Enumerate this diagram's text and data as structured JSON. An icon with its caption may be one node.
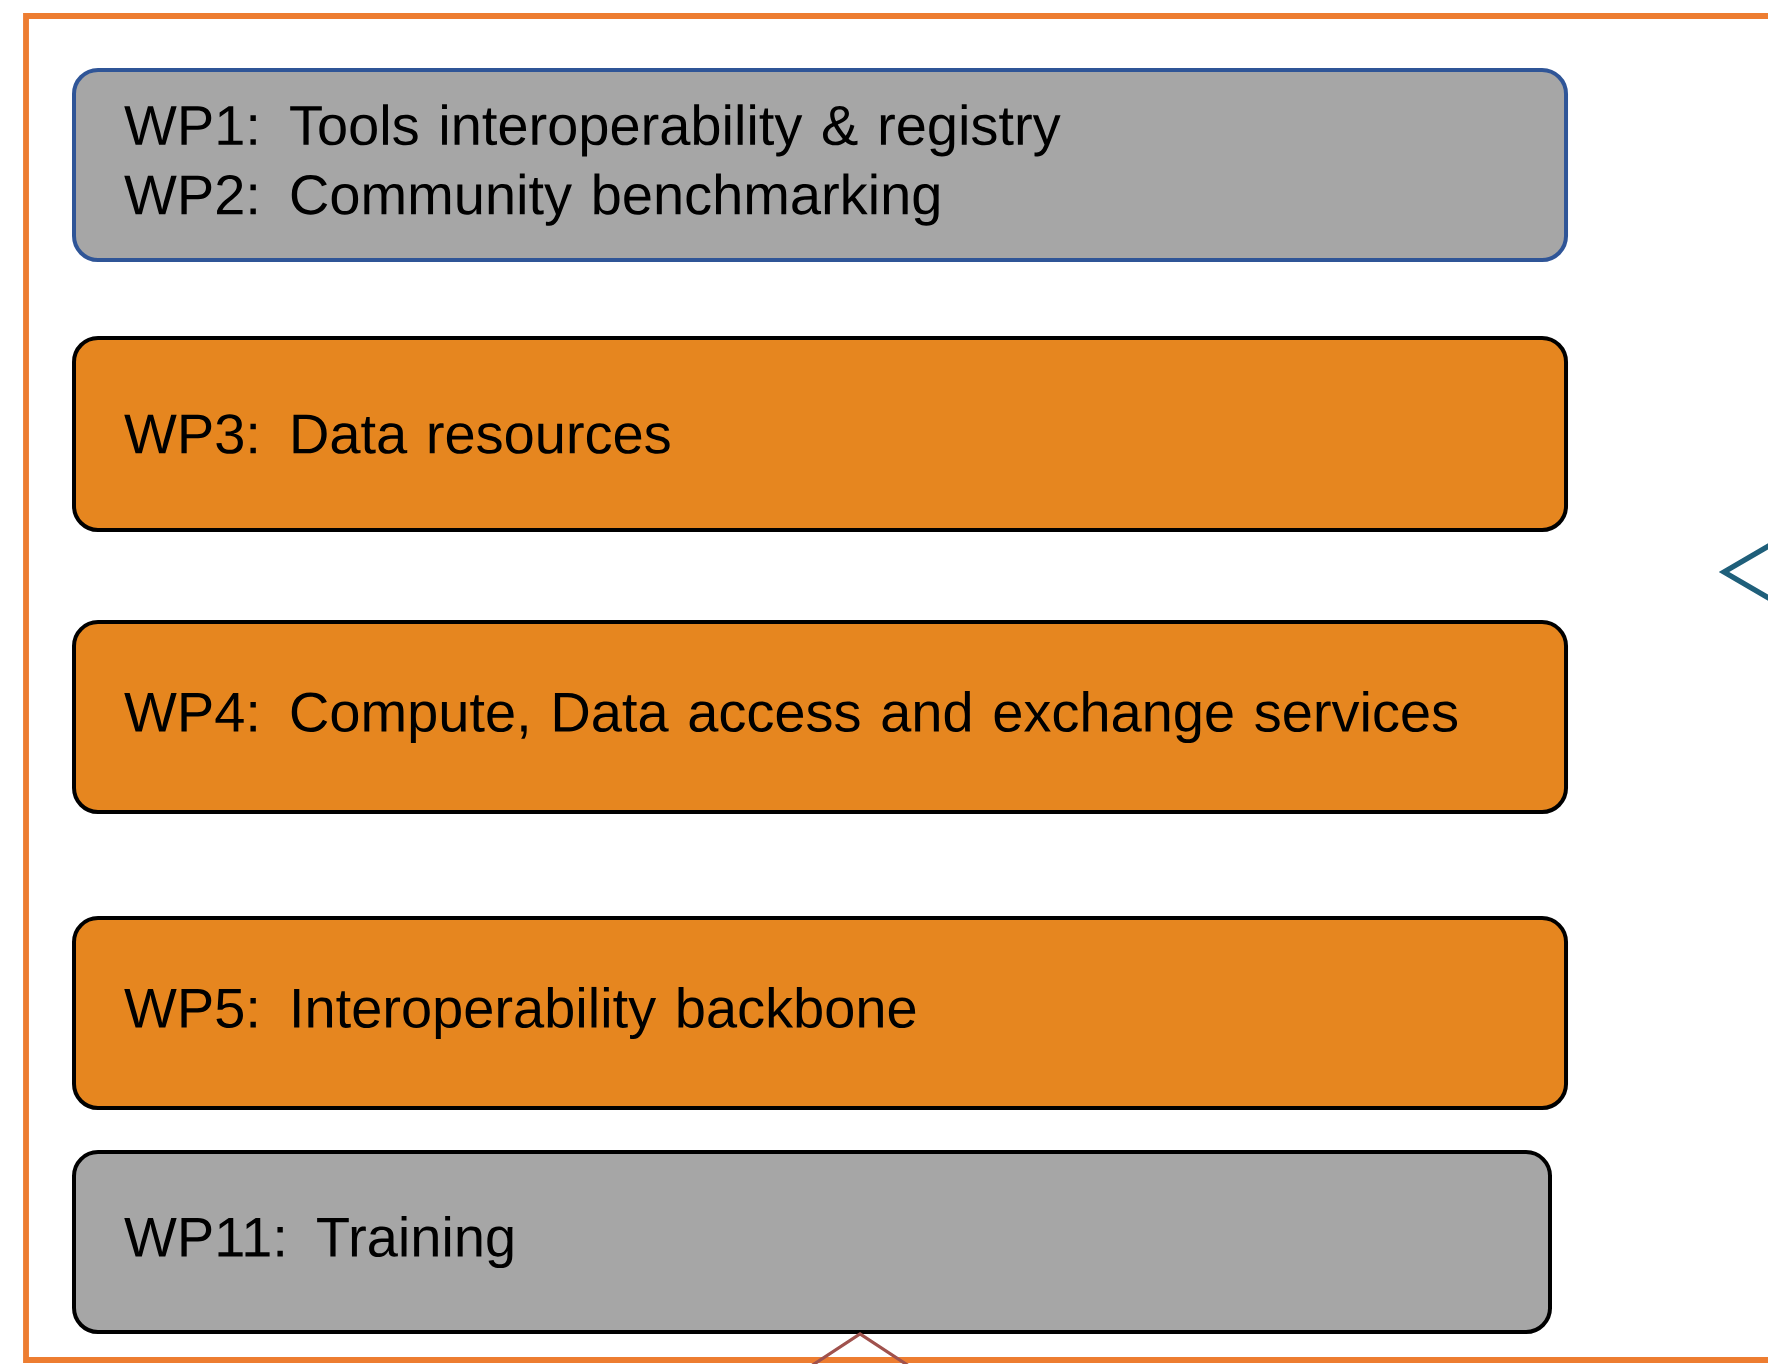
{
  "diagram": {
    "nodes": [
      {
        "text": [
          "WP1: Tools interoperability & registry",
          "WP2: Community benchmarking"
        ]
      },
      {
        "text": [
          "WP3: Data resources"
        ]
      },
      {
        "text": [
          "WP4: Compute, Data access and exchange services"
        ]
      },
      {
        "text": [
          "WP5: Interoperability backbone"
        ]
      },
      {
        "text": [
          "WP11: Training"
        ]
      }
    ]
  }
}
